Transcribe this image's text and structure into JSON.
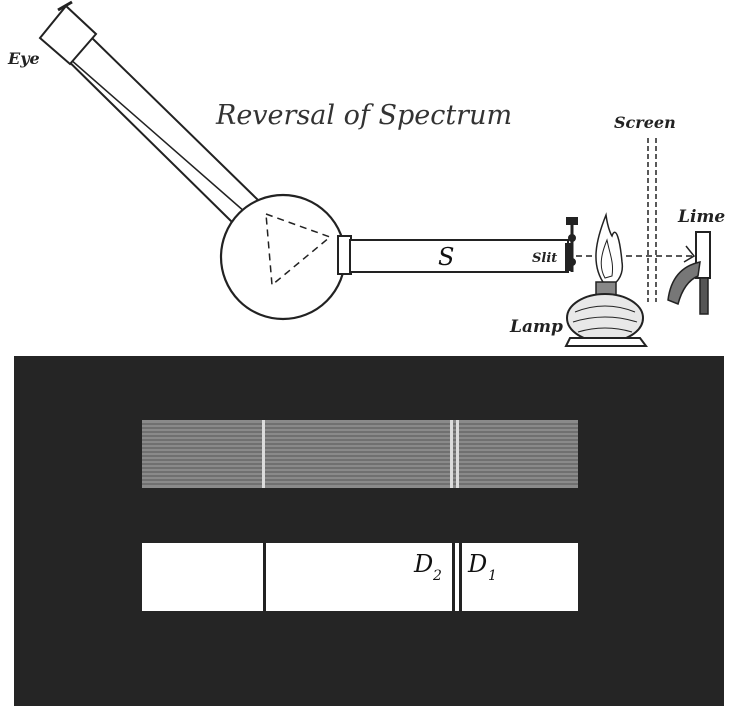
{
  "diagram": {
    "title": "Reversal of Spectrum",
    "labels": {
      "eye": "Eye",
      "screen": "Screen",
      "lime": "Lime",
      "slit": "Slit",
      "lamp": "Lamp",
      "telescope": "S"
    },
    "lines": {
      "d2": "D",
      "d2_sub": "2",
      "d1": "D",
      "d1_sub": "1"
    }
  },
  "colors": {
    "ink": "#222222",
    "panel": "#252525",
    "white": "#ffffff",
    "band_gray": "#8a8a8a"
  }
}
